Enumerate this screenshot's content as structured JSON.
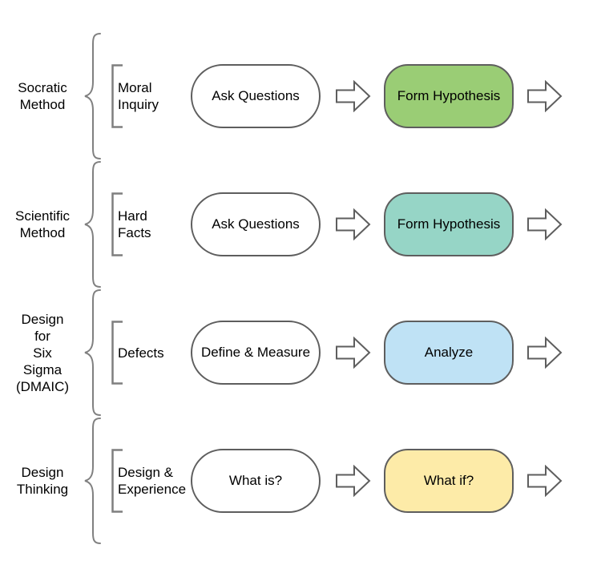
{
  "diagram": {
    "rows": [
      {
        "method_label": "Socratic\nMethod",
        "focus_label": "Moral\nInquiry",
        "steps": [
          {
            "label": "Ask Questions",
            "fill": "#FFFFFF"
          },
          {
            "label": "Form Hypothesis",
            "fill": "#9ACD75"
          }
        ]
      },
      {
        "method_label": "Scientific\nMethod",
        "focus_label": "Hard\nFacts",
        "steps": [
          {
            "label": "Ask Questions",
            "fill": "#FFFFFF"
          },
          {
            "label": "Form Hypothesis",
            "fill": "#96D5C6"
          }
        ]
      },
      {
        "method_label": "Design\nfor\nSix\nSigma\n(DMAIC)",
        "focus_label": "Defects",
        "steps": [
          {
            "label": "Define & Measure",
            "fill": "#FFFFFF"
          },
          {
            "label": "Analyze",
            "fill": "#BFE2F5"
          }
        ]
      },
      {
        "method_label": "Design\nThinking",
        "focus_label": "Design &\nExperience",
        "steps": [
          {
            "label": "What is?",
            "fill": "#FFFFFF"
          },
          {
            "label": "What if?",
            "fill": "#FDEBA8"
          }
        ]
      }
    ],
    "palette": {
      "shape_outline": "#5E5E5E",
      "brace_stroke": "#808080",
      "text_color": "#000000"
    }
  }
}
